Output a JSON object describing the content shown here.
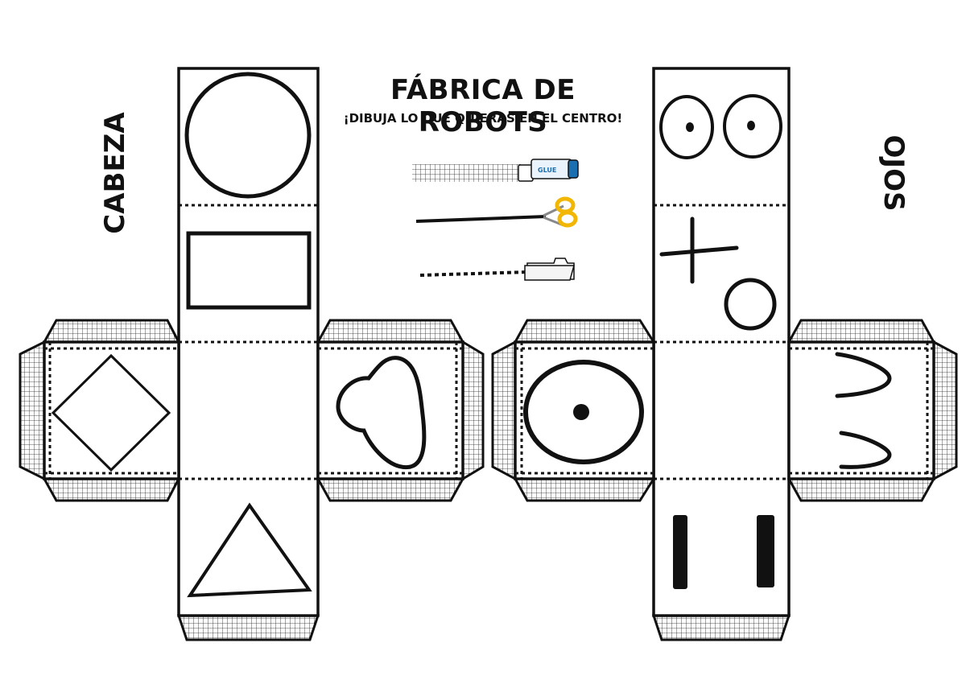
{
  "title": "FÁBRICA DE ROBOTS",
  "subtitle": "¡DIBUJA LO QUE QUIERAS EN EL CENTRO!",
  "left_label": "CABEZA",
  "right_label": "OJOS",
  "legend": [
    {
      "line": "grid",
      "icon": "glue-stick-icon",
      "icon_text": "GLUE"
    },
    {
      "line": "solid",
      "icon": "scissors-icon"
    },
    {
      "line": "dotted",
      "icon": "folder-icon"
    }
  ],
  "colors": {
    "ink": "#111111",
    "scissors": "#f2b705",
    "glue": "#1a6fb0"
  }
}
